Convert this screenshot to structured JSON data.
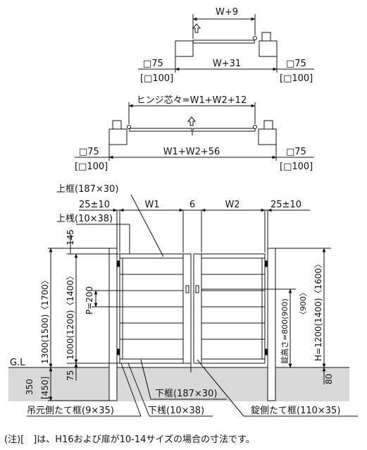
{
  "single_gate": {
    "top_dim": "W+9",
    "bottom_dim": "W+31",
    "post_left": "□75",
    "post_left_alt": "[□100]",
    "post_right": "□75",
    "post_right_alt": "[□100]"
  },
  "double_gate": {
    "hinge_dim": "ヒンジ芯々=W1+W2+12",
    "bottom_dim": "W1+W2+56",
    "post_left": "□75",
    "post_left_alt": "[□100]",
    "post_right": "□75",
    "post_right_alt": "[□100]"
  },
  "elevation": {
    "labels": {
      "top_frame": "上框(187×30)",
      "top_rail": "上桟(10×38)",
      "bottom_frame": "下框(187×30)",
      "bottom_rail": "下桟(10×38)",
      "hinge_stile": "吊元側たて框(9×35)",
      "lock_stile": "錠側たて框(110×35)",
      "ground_line": "G.L"
    },
    "dims": {
      "side_left": "25±10",
      "side_right": "25±10",
      "w1": "W1",
      "gap": "6",
      "w2": "W2",
      "top_offset": "145",
      "post_height": "1300(1500)〈1700〉",
      "panel_height": "1000(1200)〈1400〉",
      "picket_pitch": "P=200",
      "bottom_offset": "75",
      "bury_depth": "350",
      "bury_depth_alt": "[450]",
      "total_height": "H=1200(1400)〈1600〉",
      "lock_height": "錠高さ=800(900)",
      "lock_height_alt": "〈900〉",
      "right_bottom": "80"
    }
  },
  "note": "(注)[　]は、H16および扉が10-14サイズの場合の寸法です。"
}
